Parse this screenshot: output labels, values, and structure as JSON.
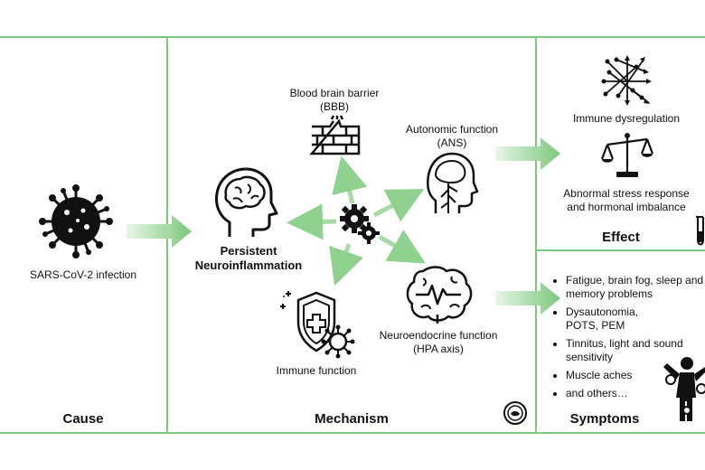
{
  "cause": {
    "header": "Cause",
    "label": "SARS-CoV-2 infection",
    "icon": "virus-icon"
  },
  "mechanism": {
    "header": "Mechanism",
    "center_label_line1": "Persistent",
    "center_label_line2": "Neuroinflammation",
    "bbb_line1": "Blood brain barrier",
    "bbb_line2": "(BBB)",
    "ans_line1": "Autonomic function",
    "ans_line2": "(ANS)",
    "hpa_line1": "Neuroendocrine function",
    "hpa_line2": "(HPA axis)",
    "immune_label": "Immune function"
  },
  "effect": {
    "header": "Effect",
    "item1": "Immune dysregulation",
    "item2_line1": "Abnormal stress response",
    "item2_line2": "and hormonal imbalance"
  },
  "symptoms": {
    "header": "Symptoms",
    "items": [
      "Fatigue, brain fog, sleep and memory problems",
      "Dysautonomia, POTS, PEM",
      "Tinnitus, light and sound sensitivity",
      "Muscle aches",
      "and others…"
    ]
  },
  "colors": {
    "border": "#7dc87d",
    "arrow": "#8fd18f",
    "icon": "#111111"
  }
}
